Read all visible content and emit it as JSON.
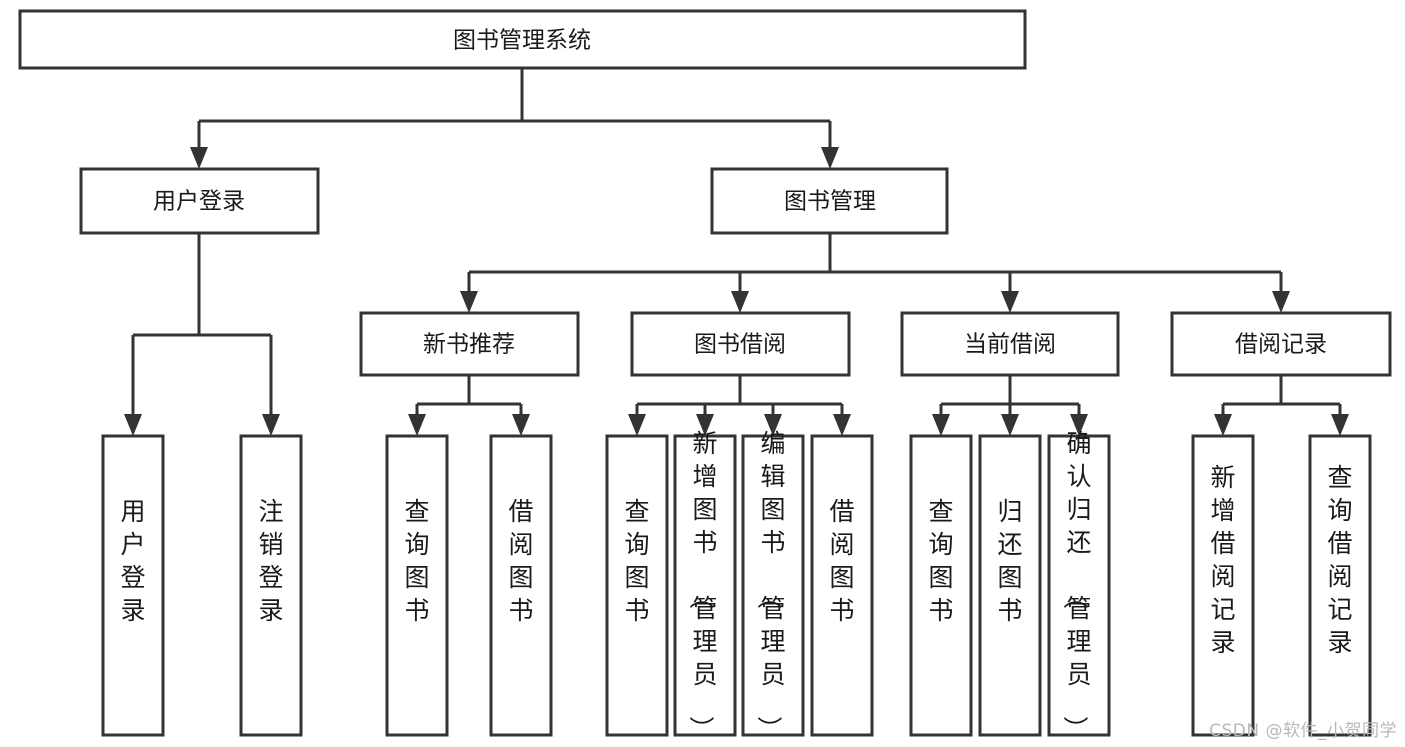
{
  "diagram": {
    "type": "tree",
    "title": "图书管理系统",
    "watermark": "CSDN @软件_小贺同学",
    "colors": {
      "stroke": "#333333",
      "fill": "#ffffff",
      "text": "#1a1a1a",
      "watermark": "#b8b8b8"
    },
    "root": {
      "label": "图书管理系统"
    },
    "level2": [
      {
        "label": "用户登录"
      },
      {
        "label": "图书管理"
      }
    ],
    "level3": [
      {
        "label": "新书推荐"
      },
      {
        "label": "图书借阅"
      },
      {
        "label": "当前借阅"
      },
      {
        "label": "借阅记录"
      }
    ],
    "leaves": {
      "user_login": [
        {
          "label": "用户登录"
        },
        {
          "label": "注销登录"
        }
      ],
      "new_book": [
        {
          "label": "查询图书"
        },
        {
          "label": "借阅图书"
        }
      ],
      "book_borrow": [
        {
          "label": "查询图书"
        },
        {
          "label": "新增图书（管理员）"
        },
        {
          "label": "编辑图书（管理员）"
        },
        {
          "label": "借阅图书"
        }
      ],
      "current_borrow": [
        {
          "label": "查询图书"
        },
        {
          "label": "归还图书"
        },
        {
          "label": "确认归还（管理员）"
        }
      ],
      "borrow_record": [
        {
          "label": "新增借阅记录"
        },
        {
          "label": "查询借阅记录"
        }
      ]
    }
  }
}
